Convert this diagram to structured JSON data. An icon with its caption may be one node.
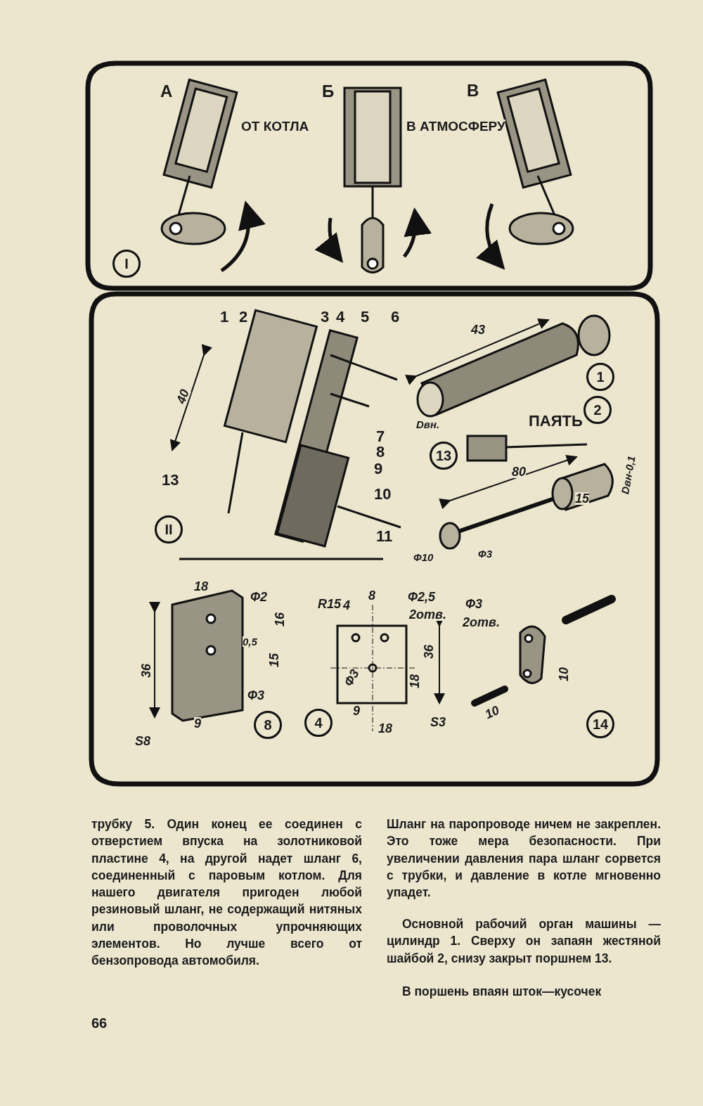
{
  "diagram": {
    "labels": [
      "А",
      "Б",
      "В",
      "ОТ КОТЛА",
      "В АТМОСФЕРУ",
      "I",
      "1",
      "2",
      "3",
      "4",
      "5",
      "6",
      "40",
      "7",
      "8",
      "13",
      "9",
      "10",
      "II",
      "11",
      "43",
      "1",
      "2",
      "Dвн.",
      "ПАЯТЬ",
      "13",
      "80",
      "Dвн-0,1",
      "15",
      "Ф10",
      "Ф3",
      "18",
      "Ф2",
      "16",
      "0,5",
      "15",
      "36",
      "Ф3",
      "9",
      "S8",
      "8",
      "R15",
      "4",
      "8",
      "Ф2,5",
      "2отв.",
      "36",
      "Ф3",
      "18",
      "4",
      "9",
      "18",
      "S3",
      "Ф3",
      "2отв.",
      "10",
      "10",
      "14",
      "трубку 5. Один конец ее соединен с отверстием впуска на золотниковой пластине 4, на другой надет шланг 6, соединенный с паровым котлом. Для нашего двигателя пригоден любой резиновый шланг, не содержащий нитяных или проволочных упрочняющих элементов. Но лучше всего от бензопровода автомобиля.",
      "Шланг на паропроводе ничем не закреплен. Это тоже мера безопасности. При увеличении давления пара шланг сорвется с трубки, и давление в котле мгновенно упадет.",
      "Основной рабочий орган машины — цилиндр 1. Сверху он запаян жестяной шайбой 2, снизу закрыт поршнем 13.",
      "В поршень впаян шток—кусочек",
      "66"
    ]
  }
}
